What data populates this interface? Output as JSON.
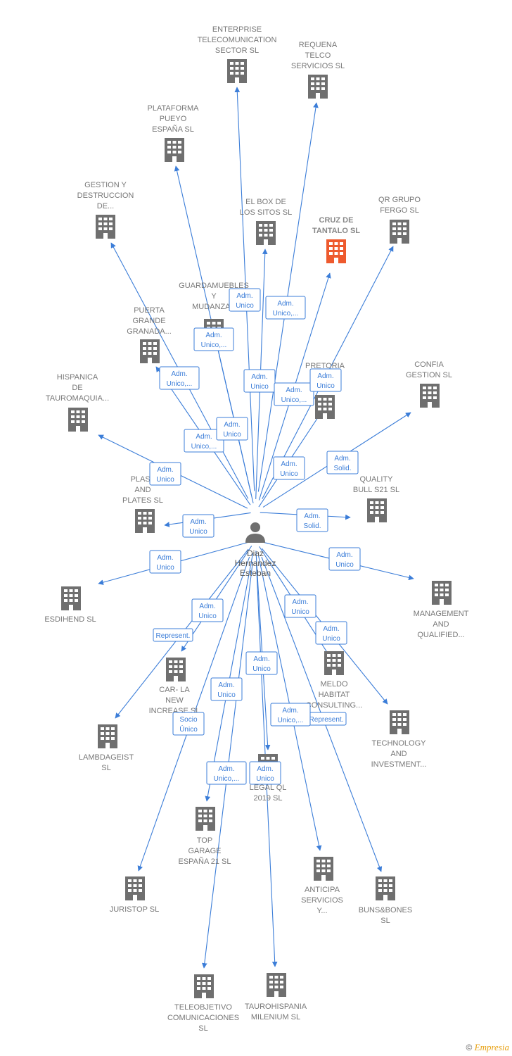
{
  "person": {
    "name_lines": [
      "Diaz",
      "Hernandez",
      "Esteban"
    ]
  },
  "colors": {
    "edge": "#3b7dd8",
    "building": "#6f6f6f",
    "highlight": "#ee5a2e",
    "text": "#777777"
  },
  "nodes": [
    {
      "id": "enterprise",
      "lines": [
        "ENTERPRISE",
        "TELECOMUNICATION",
        "SECTOR  SL"
      ]
    },
    {
      "id": "requena",
      "lines": [
        "REQUENA",
        "TELCO",
        "SERVICIOS  SL"
      ]
    },
    {
      "id": "plataforma",
      "lines": [
        "PLATAFORMA",
        "PUEYO",
        "ESPAÑA  SL"
      ]
    },
    {
      "id": "gestion",
      "lines": [
        "GESTION Y",
        "DESTRUCCION",
        "DE..."
      ]
    },
    {
      "id": "elbox",
      "lines": [
        "EL BOX DE",
        "LOS SITOS  SL"
      ]
    },
    {
      "id": "cruz",
      "lines": [
        "CRUZ DE",
        "TANTALO  SL"
      ],
      "highlight": true
    },
    {
      "id": "qrgrupo",
      "lines": [
        "QR GRUPO",
        "FERGO  SL"
      ]
    },
    {
      "id": "guardamuebles",
      "lines": [
        "GUARDAMUEBLES",
        "Y",
        "MUDANZAS"
      ]
    },
    {
      "id": "puerta",
      "lines": [
        "PUERTA",
        "GRANDE",
        "GRANADA..."
      ]
    },
    {
      "id": "pretoria",
      "lines": [
        "PRETORIA"
      ]
    },
    {
      "id": "confia",
      "lines": [
        "CONFIA",
        "GESTION SL"
      ]
    },
    {
      "id": "hispanica",
      "lines": [
        "HISPANICA",
        "DE",
        "TAUROMAQUIA..."
      ]
    },
    {
      "id": "plast",
      "lines": [
        "PLAST",
        "AND",
        "PLATES  SL"
      ]
    },
    {
      "id": "quality",
      "lines": [
        "QUALITY",
        "BULL S21  SL"
      ]
    },
    {
      "id": "esdihend",
      "lines": [
        "ESDIHEND  SL"
      ]
    },
    {
      "id": "management",
      "lines": [
        "MANAGEMENT",
        "AND",
        "QUALIFIED..."
      ]
    },
    {
      "id": "carla",
      "lines": [
        "CAR- LA",
        "NEW",
        "INCREASE  SL"
      ]
    },
    {
      "id": "meldo",
      "lines": [
        "MELDO",
        "HABITAT",
        "CONSULTING..."
      ]
    },
    {
      "id": "technology",
      "lines": [
        "TECHNOLOGY",
        "AND",
        "INVESTMENT..."
      ]
    },
    {
      "id": "lambdageist",
      "lines": [
        "LAMBDAGEIST",
        "SL"
      ]
    },
    {
      "id": "legalql",
      "lines": [
        "LEGAL QL",
        "2019  SL"
      ]
    },
    {
      "id": "topgarage",
      "lines": [
        "TOP",
        "GARAGE",
        "ESPAÑA 21  SL"
      ]
    },
    {
      "id": "juristop",
      "lines": [
        "JURISTOP SL"
      ]
    },
    {
      "id": "anticipa",
      "lines": [
        "ANTICIPA",
        "SERVICIOS",
        "Y..."
      ]
    },
    {
      "id": "bunsbones",
      "lines": [
        "BUNS&BONES",
        "SL"
      ]
    },
    {
      "id": "teleobjetivo",
      "lines": [
        "TELEOBJETIVO",
        "COMUNICACIONES",
        "SL"
      ]
    },
    {
      "id": "taurohispania",
      "lines": [
        "TAUROHISPANIA",
        "MILENIUM  SL"
      ]
    }
  ],
  "edge_labels": [
    {
      "lines": [
        "Adm.",
        "Unico"
      ]
    },
    {
      "lines": [
        "Adm.",
        "Unico,..."
      ]
    },
    {
      "lines": [
        "Adm.",
        "Unico,..."
      ]
    },
    {
      "lines": [
        "Adm.",
        "Unico,..."
      ]
    },
    {
      "lines": [
        "Adm.",
        "Unico"
      ]
    },
    {
      "lines": [
        "Adm.",
        "Unico,..."
      ]
    },
    {
      "lines": [
        "Adm.",
        "Unico"
      ]
    },
    {
      "lines": [
        "Adm.",
        "Unico,..."
      ]
    },
    {
      "lines": [
        "Adm.",
        "Unico"
      ]
    },
    {
      "lines": [
        "Adm.",
        "Unico"
      ]
    },
    {
      "lines": [
        "Adm.",
        "Solid."
      ]
    },
    {
      "lines": [
        "Adm.",
        "Unico"
      ]
    },
    {
      "lines": [
        "Adm.",
        "Unico"
      ]
    },
    {
      "lines": [
        "Adm.",
        "Solid."
      ]
    },
    {
      "lines": [
        "Adm.",
        "Unico"
      ]
    },
    {
      "lines": [
        "Adm.",
        "Unico"
      ]
    },
    {
      "lines": [
        "Adm.",
        "Unico"
      ]
    },
    {
      "lines": [
        "Adm.",
        "Unico"
      ]
    },
    {
      "lines": [
        "Represent."
      ]
    },
    {
      "lines": [
        "Adm.",
        "Unico"
      ]
    },
    {
      "lines": [
        "Adm.",
        "Unico"
      ]
    },
    {
      "lines": [
        "Adm.",
        "Unico"
      ]
    },
    {
      "lines": [
        "Socio",
        "Único"
      ]
    },
    {
      "lines": [
        "Adm.",
        "Unico,..."
      ]
    },
    {
      "lines": [
        "Represent."
      ]
    },
    {
      "lines": [
        "Adm.",
        "Unico,..."
      ]
    },
    {
      "lines": [
        "Adm.",
        "Unico"
      ]
    }
  ],
  "footer": {
    "copyright": "©",
    "brand": "Empresia"
  }
}
